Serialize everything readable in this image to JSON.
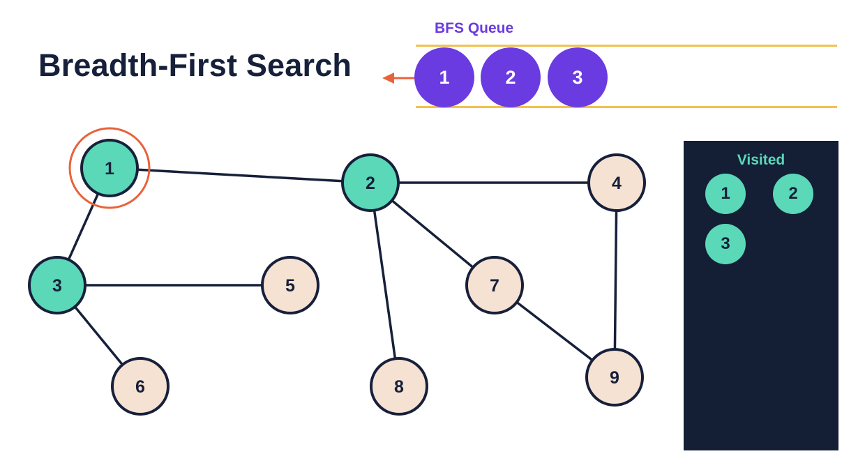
{
  "title": "Breadth-First Search",
  "queue": {
    "label": "BFS Queue",
    "items": [
      "1",
      "2",
      "3"
    ]
  },
  "visited": {
    "label": "Visited",
    "items": [
      "1",
      "2",
      "3"
    ]
  },
  "graph": {
    "nodes": [
      {
        "id": "1",
        "state": "visited",
        "current": true
      },
      {
        "id": "2",
        "state": "visited"
      },
      {
        "id": "3",
        "state": "visited"
      },
      {
        "id": "4",
        "state": "unvisited"
      },
      {
        "id": "5",
        "state": "unvisited"
      },
      {
        "id": "6",
        "state": "unvisited"
      },
      {
        "id": "7",
        "state": "unvisited"
      },
      {
        "id": "8",
        "state": "unvisited"
      },
      {
        "id": "9",
        "state": "unvisited"
      }
    ],
    "edges": [
      [
        "1",
        "2"
      ],
      [
        "1",
        "3"
      ],
      [
        "2",
        "4"
      ],
      [
        "2",
        "7"
      ],
      [
        "2",
        "8"
      ],
      [
        "3",
        "5"
      ],
      [
        "3",
        "6"
      ],
      [
        "4",
        "9"
      ],
      [
        "7",
        "9"
      ]
    ]
  },
  "colors": {
    "visited": "#5ad8b8",
    "unvisited": "#f6e2d3",
    "queue": "#6a3be0",
    "current_ring": "#e8623a",
    "stroke": "#17203a",
    "queue_lines": "#f2c14e",
    "panel": "#141e35"
  }
}
